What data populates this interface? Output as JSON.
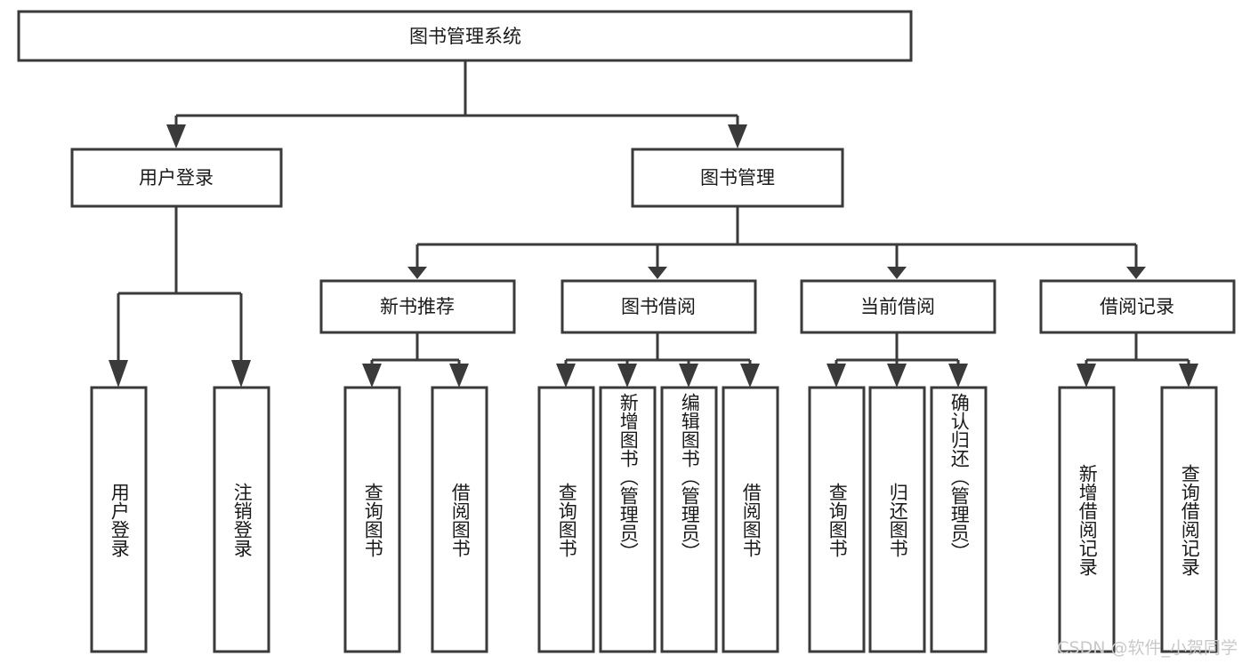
{
  "diagram": {
    "title": "图书管理系统",
    "type": "tree",
    "watermark": "CSDN @软件_小贺同学",
    "colors": {
      "stroke": "#3a3a3a",
      "fill": "#ffffff",
      "text": "#1a1a1a",
      "watermark": "#c9c9c9"
    },
    "levels": {
      "root": {
        "label": "图书管理系统"
      },
      "level2": [
        {
          "id": "user-login",
          "label": "用户登录"
        },
        {
          "id": "book-manage",
          "label": "图书管理"
        }
      ],
      "level3": [
        {
          "id": "new-book-recommend",
          "label": "新书推荐",
          "parent": "book-manage"
        },
        {
          "id": "book-borrow",
          "label": "图书借阅",
          "parent": "book-manage"
        },
        {
          "id": "current-borrow",
          "label": "当前借阅",
          "parent": "book-manage"
        },
        {
          "id": "borrow-record",
          "label": "借阅记录",
          "parent": "book-manage"
        }
      ],
      "leaves": [
        {
          "id": "leaf-user-login",
          "label": "用户登录",
          "parent": "user-login"
        },
        {
          "id": "leaf-logout",
          "label": "注销登录",
          "parent": "user-login"
        },
        {
          "id": "leaf-query-book-1",
          "label": "查询图书",
          "parent": "new-book-recommend"
        },
        {
          "id": "leaf-borrow-book-1",
          "label": "借阅图书",
          "parent": "new-book-recommend"
        },
        {
          "id": "leaf-query-book-2",
          "label": "查询图书",
          "parent": "book-borrow"
        },
        {
          "id": "leaf-add-book",
          "label": "新增图书（管理员）",
          "parent": "book-borrow"
        },
        {
          "id": "leaf-edit-book",
          "label": "编辑图书（管理员）",
          "parent": "book-borrow"
        },
        {
          "id": "leaf-borrow-book-2",
          "label": "借阅图书",
          "parent": "book-borrow"
        },
        {
          "id": "leaf-query-book-3",
          "label": "查询图书",
          "parent": "current-borrow"
        },
        {
          "id": "leaf-return-book",
          "label": "归还图书",
          "parent": "current-borrow"
        },
        {
          "id": "leaf-confirm-return",
          "label": "确认归还（管理员）",
          "parent": "current-borrow"
        },
        {
          "id": "leaf-add-record",
          "label": "新增借阅记录",
          "parent": "borrow-record"
        },
        {
          "id": "leaf-query-record",
          "label": "查询借阅记录",
          "parent": "borrow-record"
        }
      ]
    }
  }
}
